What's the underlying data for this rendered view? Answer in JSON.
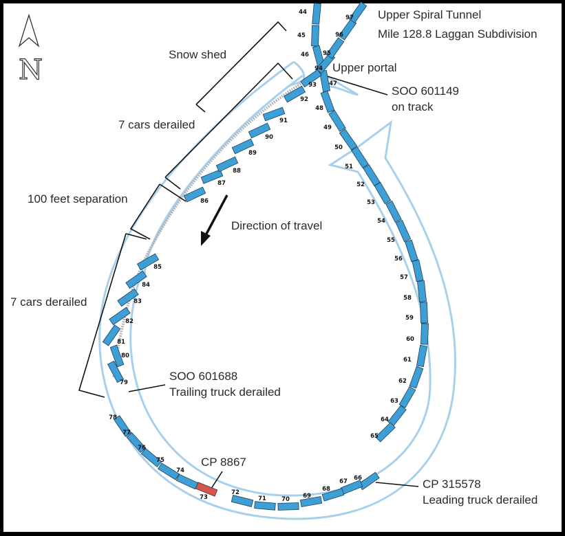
{
  "title": {
    "line1": "Upper Spiral Tunnel",
    "line2": "Mile 128.8 Laggan Subdivision"
  },
  "compass": {
    "icon": "north-arrow-icon",
    "letter": "N"
  },
  "labels": {
    "snow_shed": "Snow shed",
    "cars_derailed_upper": "7 cars derailed",
    "separation": "100 feet separation",
    "cars_derailed_lower": "7 cars derailed",
    "direction": "Direction of travel",
    "upper_portal": "Upper portal",
    "soo_601149_line1": "SOO 601149",
    "soo_601149_line2": "on track",
    "soo_601688_line1": "SOO 601688",
    "soo_601688_line2": "Trailing truck derailed",
    "cp_8867": "CP 8867",
    "cp_315578_line1": "CP 315578",
    "cp_315578_line2": "Leading truck derailed"
  },
  "colors": {
    "car": "#3d9fd5",
    "highlight_car": "#d9544a",
    "tunnel": "#a9d0ea",
    "frame": "#000000"
  },
  "cars": {
    "on_track_upper": [
      "44",
      "45",
      "46",
      "47",
      "48",
      "49",
      "50",
      "51",
      "52",
      "53",
      "54",
      "55",
      "56",
      "57",
      "58",
      "59",
      "60",
      "61",
      "62",
      "63",
      "64",
      "65"
    ],
    "leading_truck_derailed": "66",
    "on_track_lower": [
      "67",
      "68",
      "69",
      "70",
      "71",
      "72",
      "73",
      "74",
      "75",
      "76",
      "77",
      "78"
    ],
    "highlighted": "73",
    "trailing_truck_derailed": "79",
    "derailed_lower_group": [
      "80",
      "81",
      "82",
      "83",
      "84",
      "85"
    ],
    "derailed_upper_group": [
      "86",
      "87",
      "88",
      "89",
      "90",
      "91",
      "92"
    ],
    "on_track_exit": [
      "93",
      "94",
      "95",
      "96",
      "97"
    ]
  }
}
